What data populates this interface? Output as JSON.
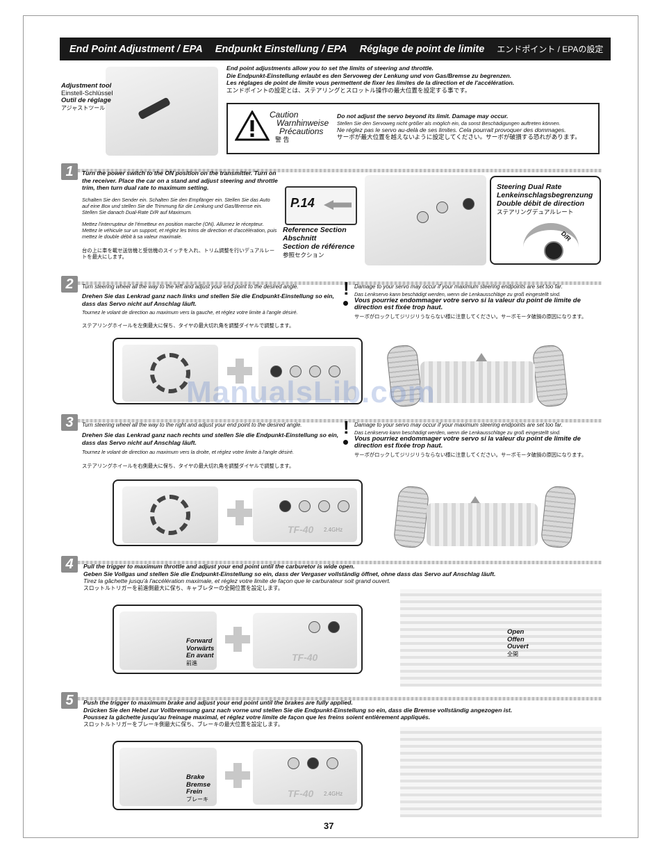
{
  "header": {
    "en": "End Point Adjustment / EPA",
    "de": "Endpunkt Einstellung / EPA",
    "fr": "Réglage de point de limite",
    "jp": "エンドポイント / EPAの設定"
  },
  "intro": {
    "en": "End point adjustments allow you to set the limits of steering and throttle.",
    "de": "Die Endpunkt-Einstellung erlaubt es den Servoweg der Lenkung und von Gas/Bremse zu begrenzen.",
    "fr": "Les réglages de point de limite vous permettent de fixer les limites de la direction et de l'accélération.",
    "jp": "エンドポイントの設定とは、ステアリングとスロットル操作の最大位置を設定する事です。"
  },
  "tool_label": [
    "Adjustment tool",
    "Einstell-Schlüssel",
    "Outil de réglage",
    "アジャストツール"
  ],
  "caution": {
    "title": [
      "Caution",
      "Warnhinweise",
      "Précautions",
      "警 告"
    ],
    "en": "Do not adjust the servo beyond its limit. Damage may occur.",
    "de": "Stellen Sie den Servoweg nicht größer als möglich ein, da sonst Beschädigungen auftreten können.",
    "fr": "Ne réglez pas le servo au-delà de ses limites. Cela pourrait provoquer des dommages.",
    "jp": "サーボが最大位置を越えないように設定してください。サーボが破損する恐れがあります。"
  },
  "step1": {
    "num": "1",
    "en": "Turn the power switch to the ON position on the transmitter. Turn on the receiver. Place the car on a stand and adjust steering and throttle trim, then turn dual rate to maximum setting.",
    "de": "Schalten Sie den Sender ein. Schalten Sie den Empfänger ein. Stellen Sie das Auto auf eine Box und stellen Sie die Trimmung für die Lenkung und Gas/Bremse ein. Stellen Sie danach Dual-Rate D/R auf Maximum.",
    "fr": "Mettez l'interrupteur de l'émetteur en position marche (ON). Allumez le récepteur. Mettez le véhicule sur un support, et réglez les trims de direction et d'accélération, puis mettez le double débit à sa valeur maximale.",
    "jp": "台の上に車を載せ送信機と受信機のスイッチを入れ、トリム調整を行いデュアルレートを最大にします。",
    "ref_page": "P.14",
    "ref_label": [
      "Reference Section",
      "Abschnitt",
      "Section de référence",
      "参照セクション"
    ],
    "dr_label": [
      "Steering Dual Rate",
      "Lenkeinschlagsbegrenzung",
      "Double débit de direction",
      "ステアリングデュアルレート"
    ],
    "dr_knob": "D/R"
  },
  "step2": {
    "num": "2",
    "en": "Turn steering wheel all the way to the left and adjust your end point to the desired angle.",
    "de": "Drehen Sie das Lenkrad ganz nach links und stellen Sie die Endpunkt-Einstellung so ein, dass das Servo nicht auf Anschlag läuft.",
    "fr": "Tournez le volant de direction au maximum vers la gauche, et réglez votre limite à l'angle désiré.",
    "jp": "ステアリングホイールを左側最大に保ち、タイヤの最大切れ角を調整ダイヤルで調整します。",
    "warn_en": "Damage to your servo may occur if your maximum steering endpoints are set too far.",
    "warn_de": "Das Lenkservo kann beschädigt werden, wenn die Lenkausschläge zu groß eingestellt sind.",
    "warn_fr": "Vous pourriez endommager votre servo si la valeur du point de limite de direction est fixée trop haut.",
    "warn_jp": "サーボがロックしてジリジリうならない様に注意してください。サーボモータ破損の原因になります。"
  },
  "step3": {
    "num": "3",
    "en": "Turn steering wheel all the way to the right and adjust your end point to the desired angle.",
    "de": "Drehen Sie das Lenkrad ganz nach rechts und stellen Sie die Endpunkt-Einstellung so ein, dass das Servo nicht auf Anschlag läuft.",
    "fr": "Tournez le volant de direction au maximum vers la droite, et réglez votre limite à l'angle désiré.",
    "jp": "ステアリングホイールを右側最大に保ち、タイヤの最大切れ角を調整ダイヤルで調整します。",
    "warn_en": "Damage to your servo may occur if your maximum steering endpoints are set too far.",
    "warn_de": "Das Lenkservo kann beschädigt werden, wenn die Lenkausschläge zu groß eingestellt sind.",
    "warn_fr": "Vous pourriez endommager votre servo si la valeur du point de limite de direction est fixée trop haut.",
    "warn_jp": "サーボがロックしてジリジリうならない様に注意してください。サーボモータ破損の原因になります。",
    "tx_model": "TF-40",
    "tx_band": "2.4GHz"
  },
  "step4": {
    "num": "4",
    "en": "Pull the trigger to maximum throttle and adjust your end point until the carburetor is wide open.",
    "de": "Geben Sie Vollgas und stellen Sie die Endpunkt-Einstellung so ein, dass der Vergaser vollständig öffnet, ohne dass das Servo auf Anschlag läuft.",
    "fr": "Tirez la gâchette jusqu'à l'accélération maximale, et réglez votre limite de façon que le carburateur soit grand ouvert.",
    "jp": "スロットルトリガーを前進側最大に保ち、キャブレターの全開位置を設定します。",
    "forward_label": [
      "Forward",
      "Vorwärts",
      "En avant",
      "前進"
    ],
    "open_label": [
      "Open",
      "Offen",
      "Ouvert",
      "全開"
    ],
    "tx_model": "TF-40"
  },
  "step5": {
    "num": "5",
    "en": "Push the trigger to maximum brake and adjust your end point until the brakes are fully applied.",
    "de": "Drücken Sie den Hebel zur Vollbremsung ganz nach vorne und stellen Sie die Endpunkt-Einstellung so ein, dass die Bremse vollständig angezogen ist.",
    "fr": "Poussez la gâchette jusqu'au freinage maximal, et réglez votre limite de façon que les freins soient entièrement appliqués.",
    "jp": "スロットルトリガーをブレーキ側最大に保ち、ブレーキの最大位置を設定します。",
    "brake_label": [
      "Brake",
      "Bremse",
      "Frein",
      "ブレーキ"
    ],
    "tx_model": "TF-40",
    "tx_band": "2.4GHz"
  },
  "watermark": "ManualsLib.com",
  "page_number": "37"
}
